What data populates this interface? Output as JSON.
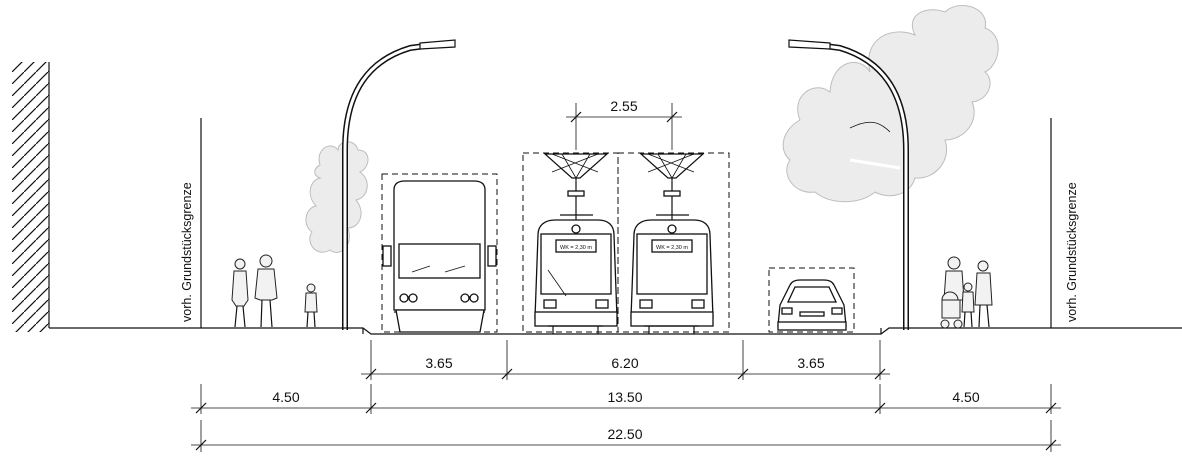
{
  "boundary_label": "vorh. Grundstücksgrenze",
  "tram_sign": "WK = 2,30 m",
  "dimensions": {
    "catenary_spacing": "2.55",
    "lane_left": "3.65",
    "tram_tracks": "6.20",
    "lane_right": "3.65",
    "sidewalk_left": "4.50",
    "carriageway": "13.50",
    "sidewalk_right": "4.50",
    "total": "22.50"
  }
}
